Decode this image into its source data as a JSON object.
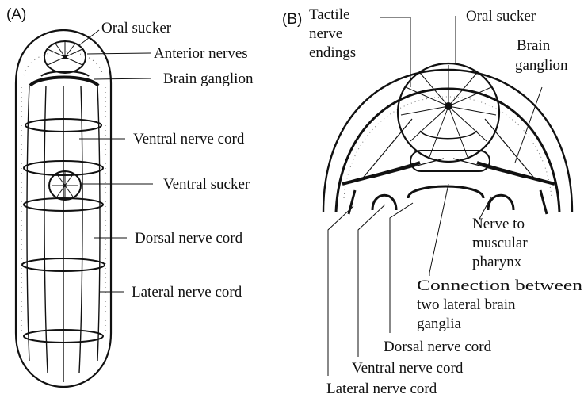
{
  "panels": {
    "a": {
      "tag": "(A)",
      "labels": {
        "oral_sucker": "Oral sucker",
        "anterior_nerves": "Anterior nerves",
        "brain_ganglion": "Brain ganglion",
        "ventral_nerve_cord": "Ventral nerve cord",
        "ventral_sucker": "Ventral sucker",
        "dorsal_nerve_cord": "Dorsal nerve cord",
        "lateral_nerve_cord": "Lateral nerve cord"
      }
    },
    "b": {
      "tag": "(B)",
      "labels": {
        "tactile_1": "Tactile",
        "tactile_2": "nerve",
        "tactile_3": "endings",
        "oral_sucker": "Oral sucker",
        "brain_1": "Brain",
        "brain_2": "ganglion",
        "pharynx_1": "Nerve to",
        "pharynx_2": "muscular",
        "pharynx_3": "pharynx",
        "connection_1": "Connection between",
        "connection_2": "two lateral brain",
        "connection_3": "ganglia",
        "dorsal_nerve_cord": "Dorsal nerve cord",
        "ventral_nerve_cord": "Ventral nerve cord",
        "lateral_nerve_cord": "Lateral nerve cord"
      }
    }
  }
}
